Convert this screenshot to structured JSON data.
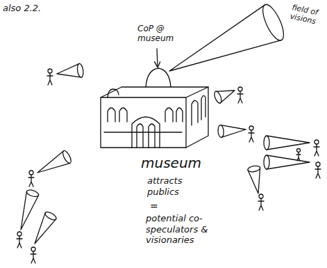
{
  "diagram": {
    "labels": [
      "also 2.2.",
      "CoP @ museum",
      "field of visions",
      "museum",
      "attracts publics",
      "=",
      "potential co-speculators & visionaries"
    ]
  }
}
